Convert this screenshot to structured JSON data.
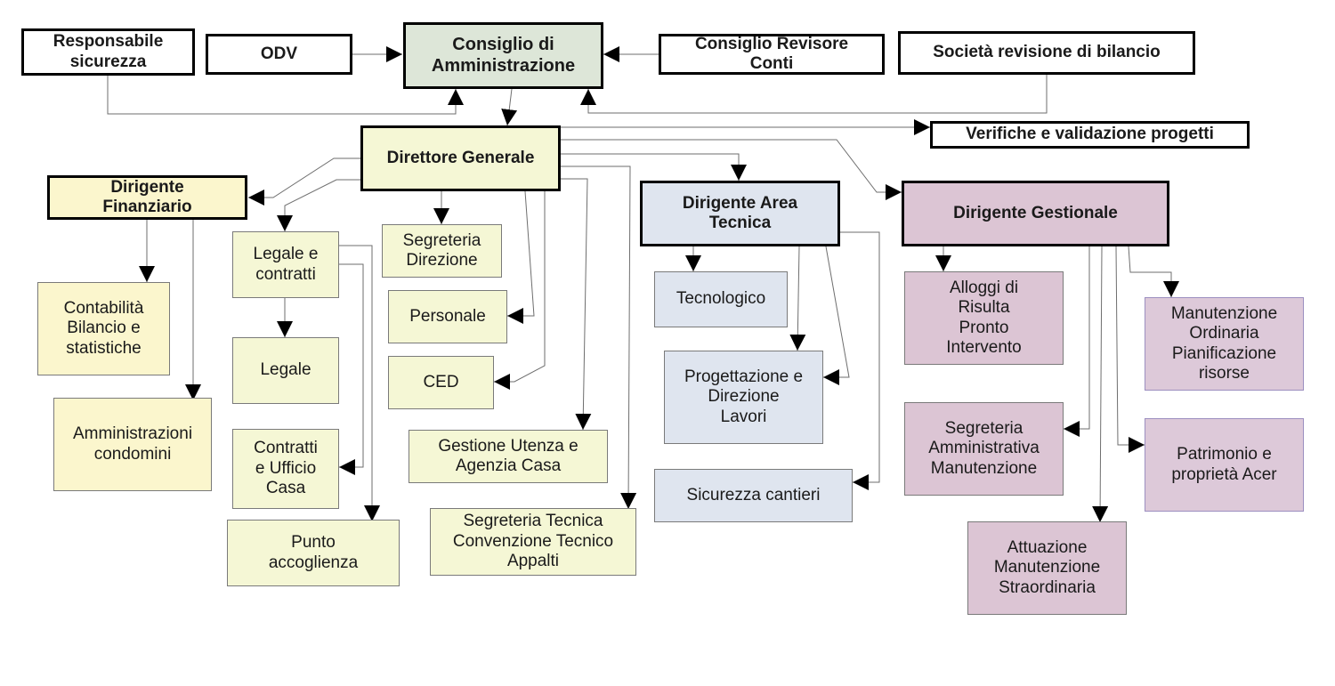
{
  "colors": {
    "board": "#dde6d8",
    "general": "#f5f7d5",
    "finance": "#fbf6cd",
    "technical": "#dfe5ef",
    "management": "#dcc5d4",
    "line": "#6e6e6e",
    "arrow": "#000000"
  },
  "nodes": {
    "responsabile_sicurezza": "Responsabile\nsicurezza",
    "odv": "ODV",
    "consiglio_amministrazione": "Consiglio di\nAmministrazione",
    "consiglio_revisore": "Consiglio Revisore\nConti",
    "societa_revisione": "Società revisione di bilancio",
    "verifiche": "Verifiche e validazione progetti",
    "direttore_generale": "Direttore Generale",
    "dirigente_finanziario": "Dirigente\nFinanziario",
    "dirigente_tecnico": "Dirigente Area\nTecnica",
    "dirigente_gestionale": "Dirigente Gestionale",
    "contabilita": "Contabilità\nBilancio e\nstatistiche",
    "amministrazioni_condomini": "Amministrazioni\ncondomini",
    "legale_contratti": "Legale e\ncontratti",
    "legale": "Legale",
    "contratti_ufficio_casa": "Contratti\ne Ufficio\nCasa",
    "punto_accoglienza": "Punto\naccoglienza",
    "segreteria_direzione": "Segreteria\nDirezione",
    "personale": "Personale",
    "ced": "CED",
    "gestione_utenza": "Gestione Utenza e\nAgenzia Casa",
    "segreteria_tecnica": "Segreteria Tecnica\nConvenzione Tecnico\nAppalti",
    "tecnologico": "Tecnologico",
    "progettazione": "Progettazione e\nDirezione\nLavori",
    "sicurezza_cantieri": "Sicurezza cantieri",
    "alloggi": "Alloggi di\nRisulta\nPronto\nIntervento",
    "segreteria_amministrativa": "Segreteria\nAmministrativa\nManutenzione",
    "attuazione": "Attuazione\nManutenzione\nStraordinaria",
    "manutenzione_ordinaria": "Manutenzione\nOrdinaria\nPianificazione\nrisorse",
    "patrimonio": "Patrimonio e\nproprietà Acer"
  }
}
